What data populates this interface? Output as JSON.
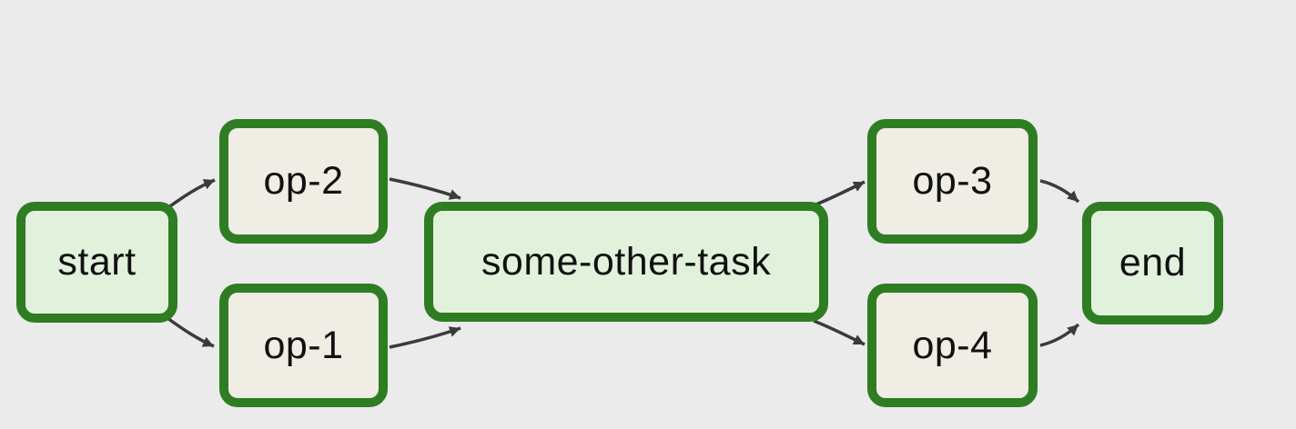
{
  "diagram": {
    "type": "dag-workflow-graph",
    "colors": {
      "background": "#ebebeb",
      "node_border": "#2e7d22",
      "node_fill_green": "#e2f1dc",
      "node_fill_beige": "#efede4",
      "edge": "#3b3b3b",
      "text": "#111111"
    },
    "nodes": [
      {
        "id": "start",
        "label": "start",
        "fill": "green"
      },
      {
        "id": "op-2",
        "label": "op-2",
        "fill": "beige"
      },
      {
        "id": "op-1",
        "label": "op-1",
        "fill": "beige"
      },
      {
        "id": "some-other-task",
        "label": "some-other-task",
        "fill": "green"
      },
      {
        "id": "op-3",
        "label": "op-3",
        "fill": "beige"
      },
      {
        "id": "op-4",
        "label": "op-4",
        "fill": "beige"
      },
      {
        "id": "end",
        "label": "end",
        "fill": "green"
      }
    ],
    "edges": [
      {
        "from": "start",
        "to": "op-2"
      },
      {
        "from": "start",
        "to": "op-1"
      },
      {
        "from": "op-2",
        "to": "some-other-task"
      },
      {
        "from": "op-1",
        "to": "some-other-task"
      },
      {
        "from": "some-other-task",
        "to": "op-3"
      },
      {
        "from": "some-other-task",
        "to": "op-4"
      },
      {
        "from": "op-3",
        "to": "end"
      },
      {
        "from": "op-4",
        "to": "end"
      }
    ]
  }
}
